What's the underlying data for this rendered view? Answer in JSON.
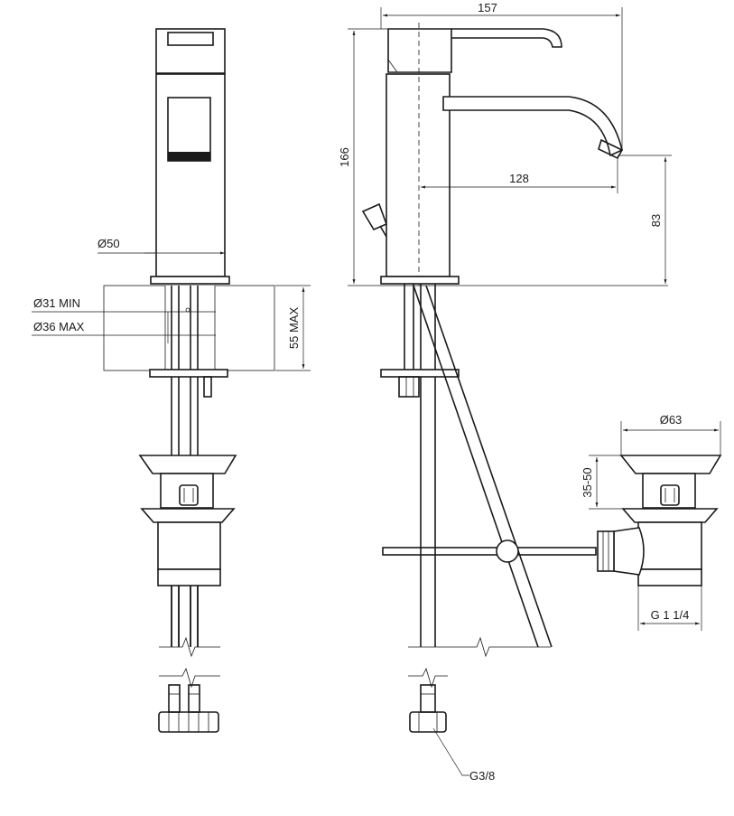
{
  "dimensions": {
    "width_total": "157",
    "height_total": "166",
    "spout_reach": "128",
    "spout_height": "83",
    "body_diameter": "Ø50",
    "hole_min": "Ø31 MIN",
    "hole_max": "Ø36 MAX",
    "deck_thickness": "55 MAX",
    "waste_diameter": "Ø63",
    "waste_height": "35-50",
    "waste_thread": "G 1 1/4",
    "hose_thread": "G3/8"
  },
  "colors": {
    "line": "#1a1a1a",
    "background": "#ffffff"
  }
}
